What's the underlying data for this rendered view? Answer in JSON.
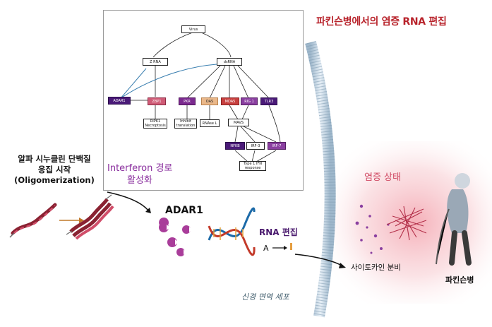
{
  "title": "파킨슨병에서의 염증 RNA 편집",
  "pathway": {
    "nodes": {
      "virus": "Virus",
      "z_rna": "Z RNA",
      "dsrna": "dsRNA",
      "adar1": "ADAR1",
      "zbp1": "ZBP1",
      "pkr": "PKR",
      "oas": "OAS",
      "mda5": "MDA5",
      "rig1": "RIG 1",
      "tlr3": "TLR3",
      "ripk1": "RIPK1 Necroptosis",
      "inhibit": "Inhibit translation",
      "rnase": "RNAse L",
      "mavs": "MAVS",
      "nfkb": "NFKB",
      "irf3": "IRF-3",
      "irf7": "IRF-7",
      "type1": "Type 1 IFN response"
    }
  },
  "interferon_line1": "Interferon 경로",
  "interferon_line2": "활성화",
  "alpha_line1": "알파 시누클린 단백질",
  "alpha_line2": "응집 시작",
  "alpha_line3": "(Oligomerization)",
  "adar1_label": "ADAR1",
  "rna_edit_label": "RNA 편집",
  "a_letter": "A",
  "i_letter": "I",
  "neural_cell_label": "신경 면역 세포",
  "inflammation_label": "염증 상태",
  "cytokine_label": "사이토카인 분비",
  "parkinson_label": "파킨슨병",
  "colors": {
    "title": "#b8232b",
    "adar_purple": "#a93d9a",
    "membrane": "#b8d0e4",
    "inflammation_glow": "#f6c2c8"
  }
}
